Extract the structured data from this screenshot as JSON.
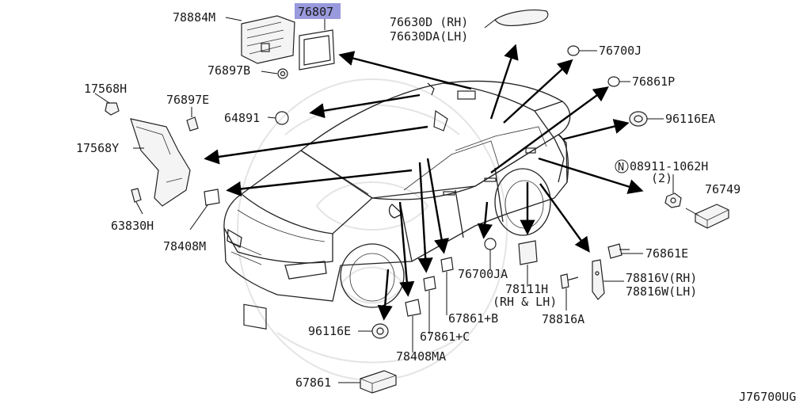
{
  "highlight_color": "#9999dd",
  "diagram_id": "J76700UG",
  "labels": {
    "l78884m": "78884M",
    "l76807": "76807",
    "l76630d": "76630D (RH)",
    "l76630da": "76630DA(LH)",
    "l76700j": "76700J",
    "l76861p": "76861P",
    "l96116ea": "96116EA",
    "l08911_a": "08911-1062H",
    "l08911_b": "(2)",
    "l08911_n": "N",
    "l76749": "76749",
    "l76861e": "76861E",
    "l78816v": "78816V(RH)",
    "l78816w": "78816W(LH)",
    "l78816a": "78816A",
    "l78111h_a": "78111H",
    "l78111h_b": "(RH & LH)",
    "l76700ja": "76700JA",
    "l67861b": "67861+B",
    "l67861c": "67861+C",
    "l78408ma": "78408MA",
    "l96116e": "96116E",
    "l67861": "67861",
    "l78408m": "78408M",
    "l63830h": "63830H",
    "l17568y": "17568Y",
    "l17568h": "17568H",
    "l76897e": "76897E",
    "l64891": "64891",
    "l76897b": "76897B"
  }
}
